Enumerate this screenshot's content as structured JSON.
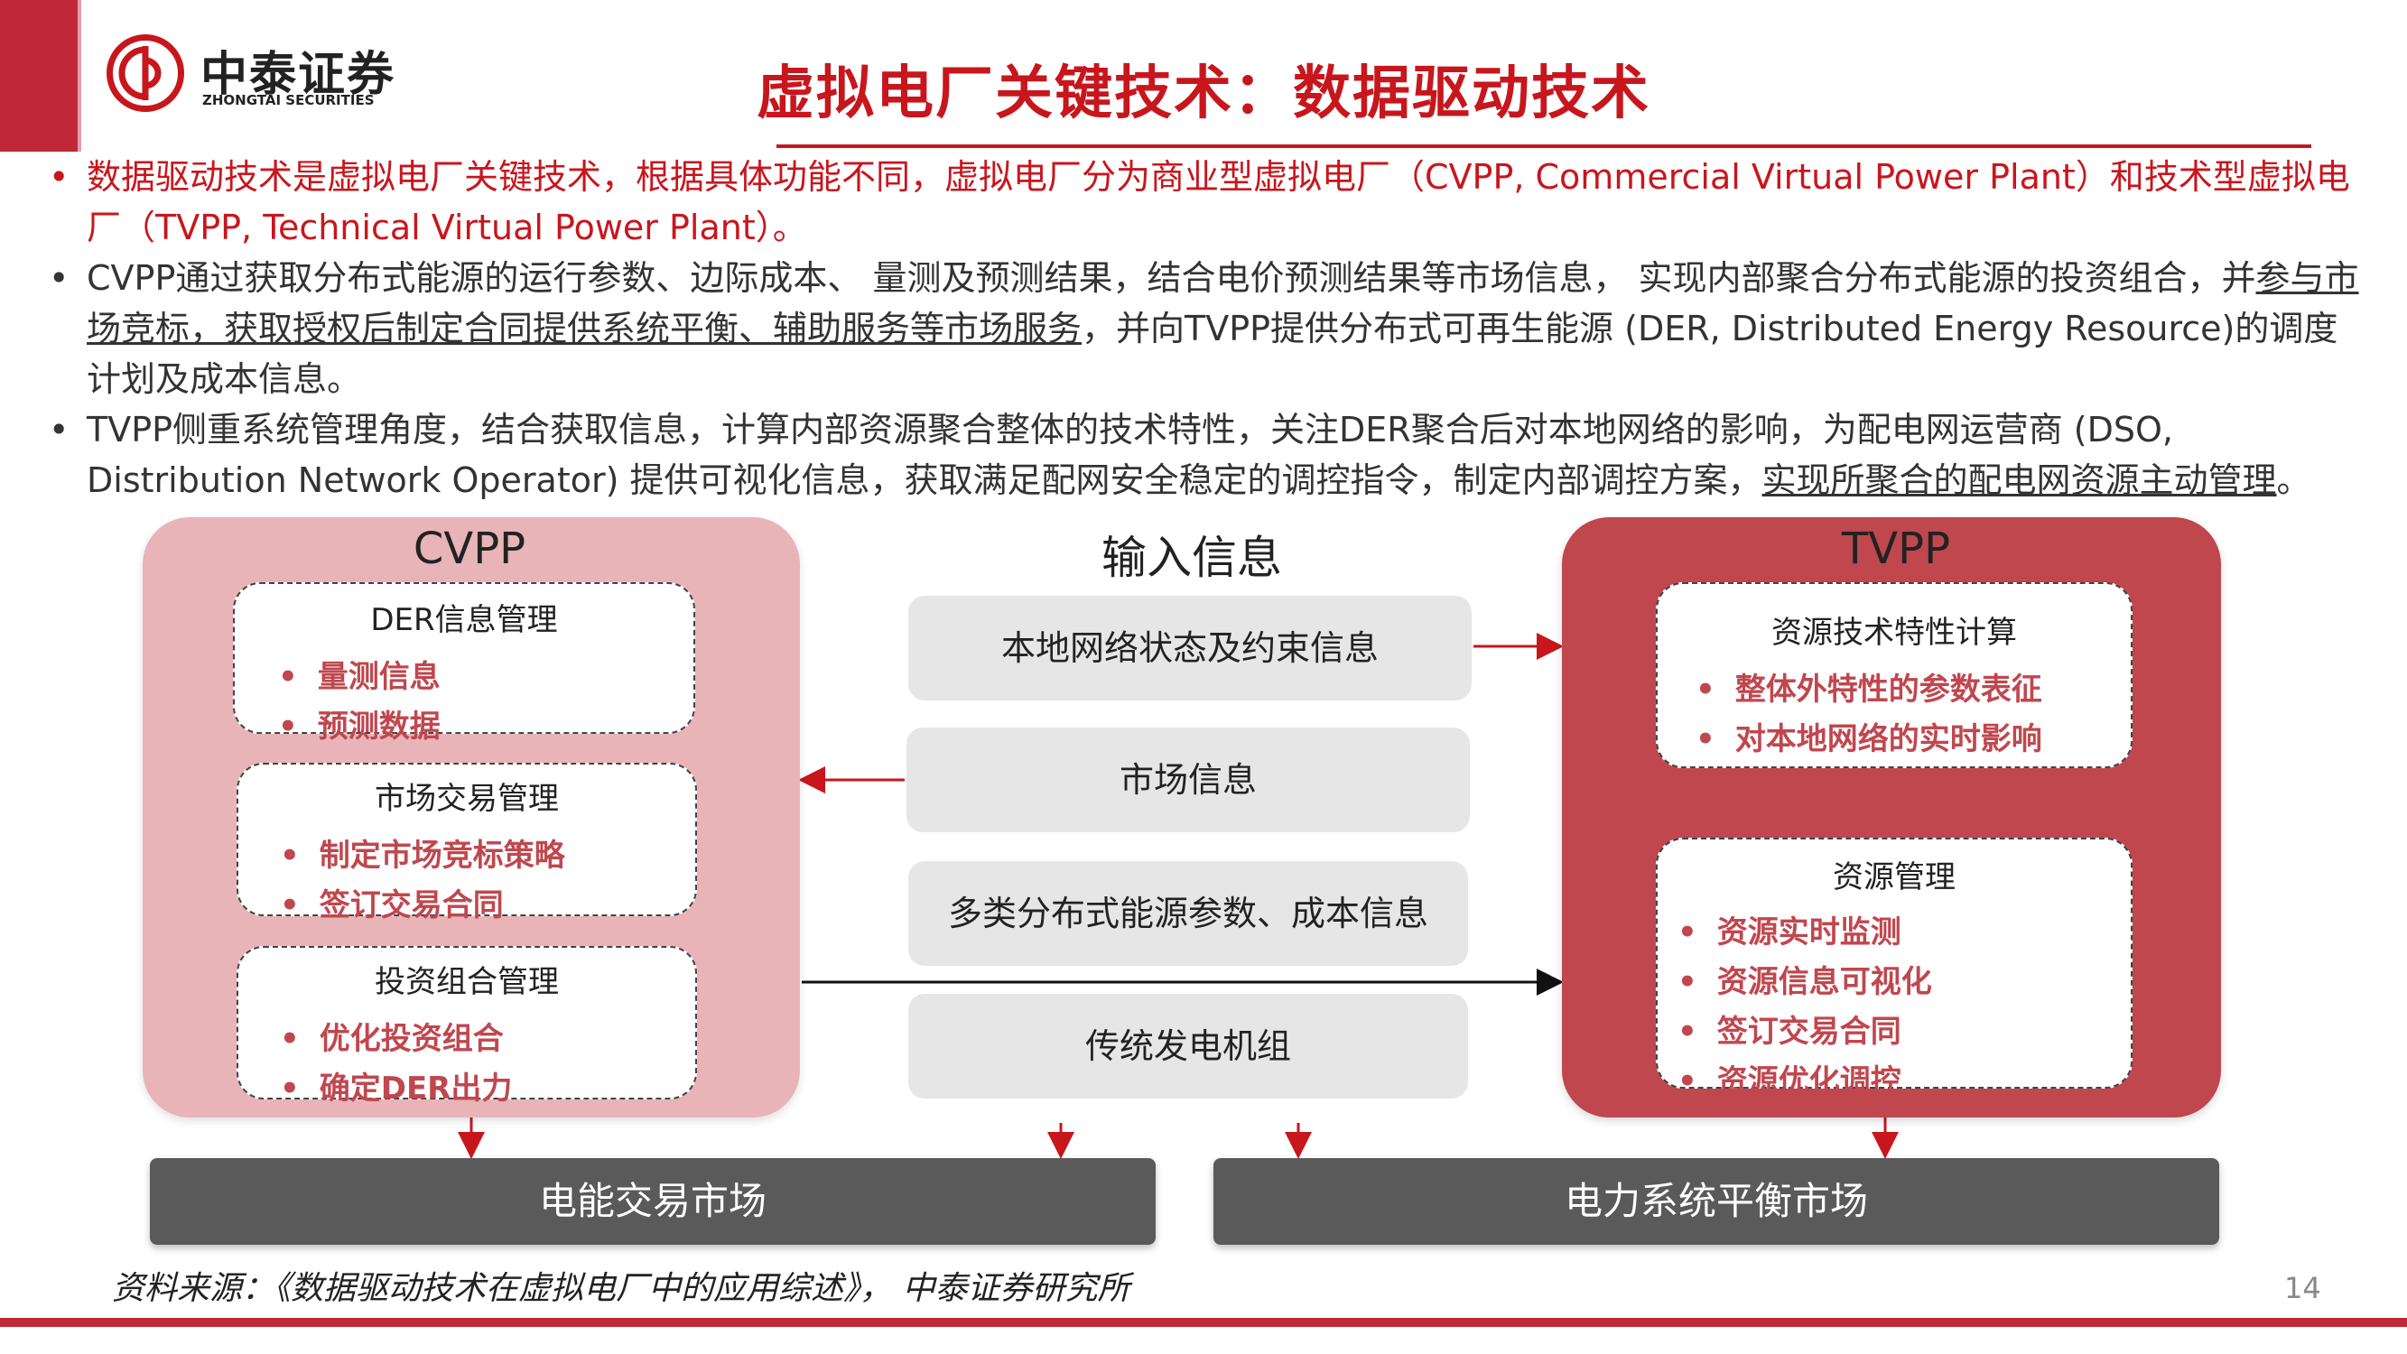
{
  "header": {
    "logo_name": "中泰证券",
    "logo_sub": "ZHONGTAI SECURITIES",
    "title": "虚拟电厂关键技术：数据驱动技术"
  },
  "bullets": {
    "b1": "数据驱动技术是虚拟电厂关键技术，根据具体功能不同，虚拟电厂分为商业型虚拟电厂（CVPP, Commercial Virtual Power Plant）和技术型虚拟电厂（TVPP, Technical Virtual Power Plant）。",
    "b2_a": "CVPP通过获取分布式能源的运行参数、边际成本、 量测及预测结果，结合电价预测结果等市场信息， 实现内部聚合分布式能源的投资组合，并",
    "b2_u": "参与市场竞标，获取授权后制定合同提供系统平衡、辅助服务等市场服务",
    "b2_b": "，并向TVPP提供分布式可再生能源 (DER, Distributed Energy Resource)的调度计划及成本信息。",
    "b3_a": "TVPP侧重系统管理角度，结合获取信息，计算内部资源聚合整体的技术特性，关注DER聚合后对本地网络的影响，为配电网运营商 (DSO, Distribution Network Operator) 提供可视化信息，获取满足配网安全稳定的调控指令，制定内部调控方案，",
    "b3_u": "实现所聚合的配电网资源主动管理",
    "b3_b": "。",
    "dot": "•"
  },
  "diagram": {
    "cvpp": {
      "title": "CVPP",
      "boxes": [
        {
          "title": "DER信息管理",
          "items": [
            "量测信息",
            "预测数据"
          ]
        },
        {
          "title": "市场交易管理",
          "items": [
            "制定市场竞标策略",
            "签订交易合同"
          ]
        },
        {
          "title": "投资组合管理",
          "items": [
            "优化投资组合",
            "确定DER出力"
          ]
        }
      ]
    },
    "input": {
      "title": "输入信息",
      "items": [
        "本地网络状态及约束信息",
        "市场信息",
        "多类分布式能源参数、成本信息",
        "传统发电机组"
      ]
    },
    "tvpp": {
      "title": "TVPP",
      "boxes": [
        {
          "title": "资源技术特性计算",
          "items": [
            "整体外特性的参数表征",
            "对本地网络的实时影响"
          ]
        },
        {
          "title": "资源管理",
          "items": [
            "资源实时监测",
            "资源信息可视化",
            "签订交易合同",
            "资源优化调控"
          ]
        }
      ]
    },
    "markets": [
      "电能交易市场",
      "电力系统平衡市场"
    ]
  },
  "footer": {
    "source": "资料来源：《数据驱动技术在虚拟电厂中的应用综述》， 中泰证券研究所",
    "page": "14"
  },
  "colors": {
    "brand_red": "#c8161d",
    "cvpp_fill": "#e8b4b8",
    "tvpp_fill": "#c0474e",
    "market_fill": "#5a5a5a",
    "input_fill": "#e6e6e6"
  }
}
